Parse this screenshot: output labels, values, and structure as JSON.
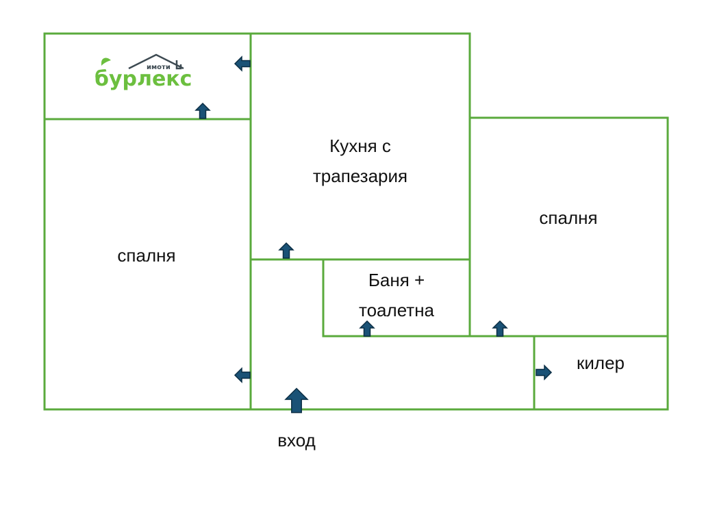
{
  "colors": {
    "wall": "#5aaa3c",
    "arrow_fill": "#1a5276",
    "arrow_outline": "#0b2e44",
    "logo_green": "#6cbf3f",
    "logo_dark": "#3d4a52",
    "text": "#111111"
  },
  "logo": {
    "brand": "бурлекс",
    "tagline": "имоти"
  },
  "rooms": {
    "kitchen_line1": "Кухня с",
    "kitchen_line2": "трапезария",
    "bedroom_left": "спалня",
    "bedroom_right": "спалня",
    "bathroom_line1": "Баня +",
    "bathroom_line2": "тоалетна",
    "storage": "килер",
    "entrance": "вход"
  },
  "icons": {
    "door_arrow": "arrow-icon",
    "entrance_arrow": "entrance-arrow-icon",
    "logo_house": "house-roof-icon",
    "logo_leaf": "leaf-icon"
  }
}
